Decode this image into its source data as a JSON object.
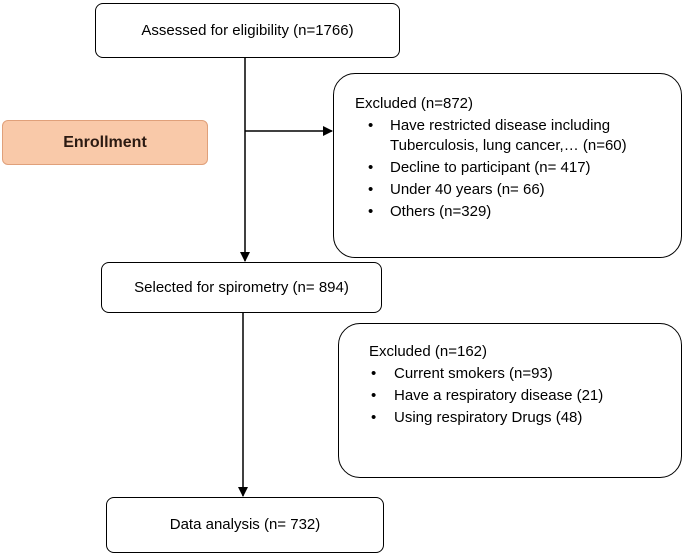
{
  "boxes": {
    "assessed": "Assessed for eligibility (n=1766)",
    "selected": "Selected for spirometry (n= 894)",
    "analysis": "Data analysis (n= 732)",
    "enrollment": "Enrollment"
  },
  "exclusion1": {
    "title": "Excluded (n=872)",
    "items": [
      "Have restricted disease including Tuberculosis, lung cancer,… (n=60)",
      "Decline to participant (n= 417)",
      "Under 40 years (n= 66)",
      "Others (n=329)"
    ]
  },
  "exclusion2": {
    "title": "Excluded (n=162)",
    "items": [
      "Current smokers (n=93)",
      "Have a respiratory disease (21)",
      "Using respiratory Drugs (48)"
    ]
  },
  "colors": {
    "enrollment_fill": "#f9c9a9",
    "line": "#000000"
  }
}
